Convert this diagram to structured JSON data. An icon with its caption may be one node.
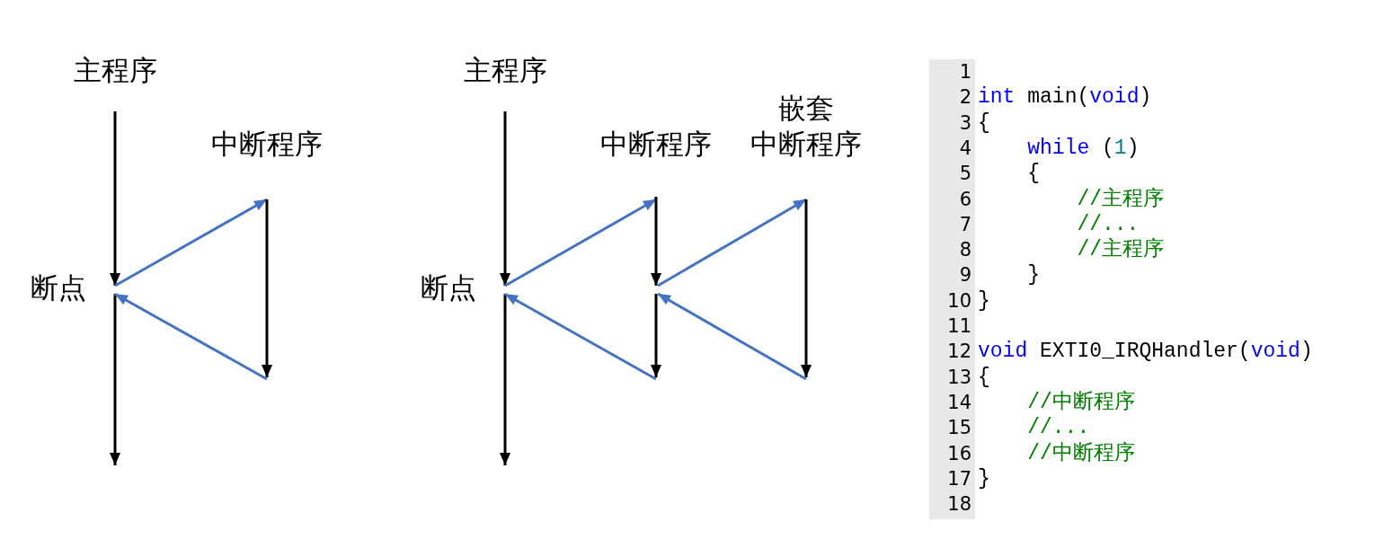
{
  "diagram": {
    "nodes": [
      {
        "text": [
          "主程序"
        ]
      },
      {
        "text": [
          "断点"
        ]
      },
      {
        "text": [
          "中断程序"
        ]
      },
      {
        "text": [
          "主程序"
        ]
      },
      {
        "text": [
          "断点"
        ]
      },
      {
        "text": [
          "中断程序"
        ]
      },
      {
        "text": [
          "嵌套",
          "中断程序"
        ]
      }
    ],
    "edges": [
      {
        "from": 0,
        "to": 1,
        "arrow": "to"
      },
      {
        "from": 1,
        "to": null,
        "arrow": "to"
      },
      {
        "from": 1,
        "to": 2,
        "arrow": "to",
        "color": "#4472c4"
      },
      {
        "from": 2,
        "to": null,
        "arrow": "to"
      },
      {
        "from": null,
        "to": 1,
        "arrow": "to",
        "color": "#4472c4"
      },
      {
        "from": 3,
        "to": 4,
        "arrow": "to"
      },
      {
        "from": 4,
        "to": null,
        "arrow": "to"
      },
      {
        "from": 4,
        "to": 5,
        "arrow": "to",
        "color": "#4472c4"
      },
      {
        "from": 5,
        "to": null,
        "arrow": "to"
      },
      {
        "from": null,
        "to": 6,
        "arrow": "to",
        "color": "#4472c4"
      },
      {
        "from": 6,
        "to": null,
        "arrow": "to"
      },
      {
        "from": null,
        "to": 4,
        "arrow": "to",
        "color": "#4472c4"
      }
    ],
    "labels": [
      "1",
      "2",
      "int main(void)",
      "3",
      "{",
      "4",
      "while (1)",
      "5",
      "{",
      "6",
      "//主程序",
      "7",
      "//...",
      "8",
      "//主程序",
      "9",
      "}",
      "10",
      "}",
      "11",
      "12",
      "void EXTI0_IRQHandler(void)",
      "13",
      "{",
      "14",
      "//中断程序",
      "15",
      "//...",
      "16",
      "//中断程序",
      "17",
      "}",
      "18"
    ]
  }
}
